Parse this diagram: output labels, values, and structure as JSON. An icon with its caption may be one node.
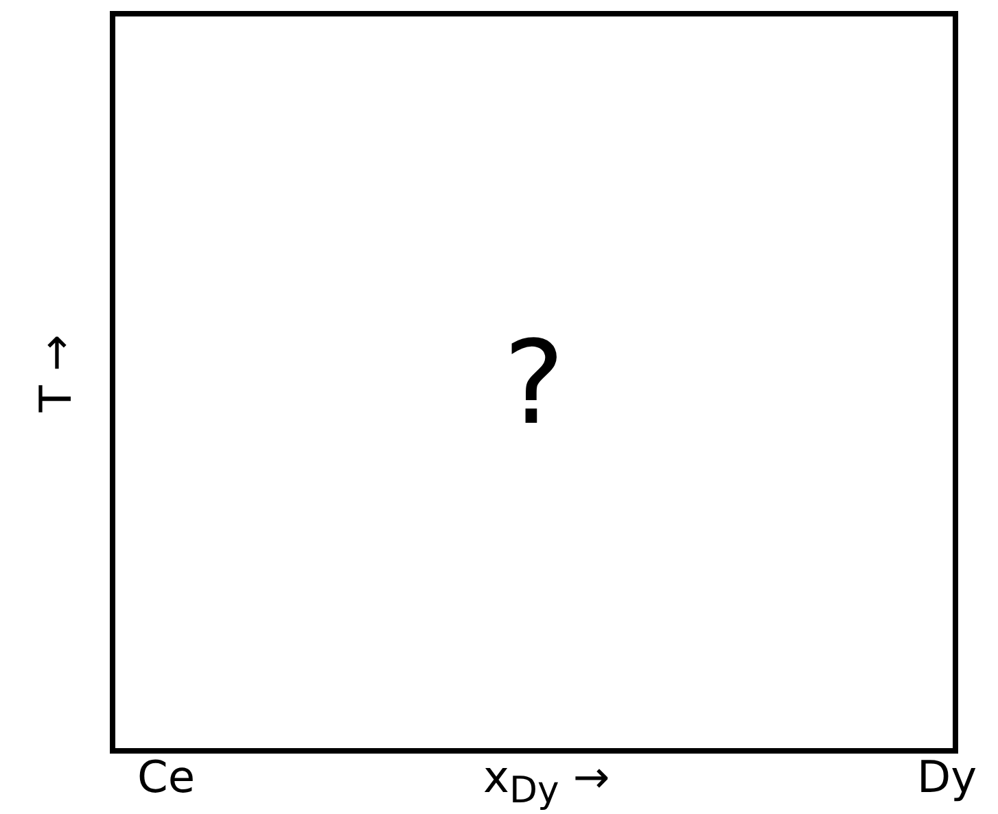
{
  "diagram": {
    "nodes": [
      {
        "text": [
          "?"
        ]
      }
    ],
    "edges": [],
    "labels": [
      "T →",
      "Ce",
      "x$_{Dy}$ →",
      "Dy"
    ]
  }
}
